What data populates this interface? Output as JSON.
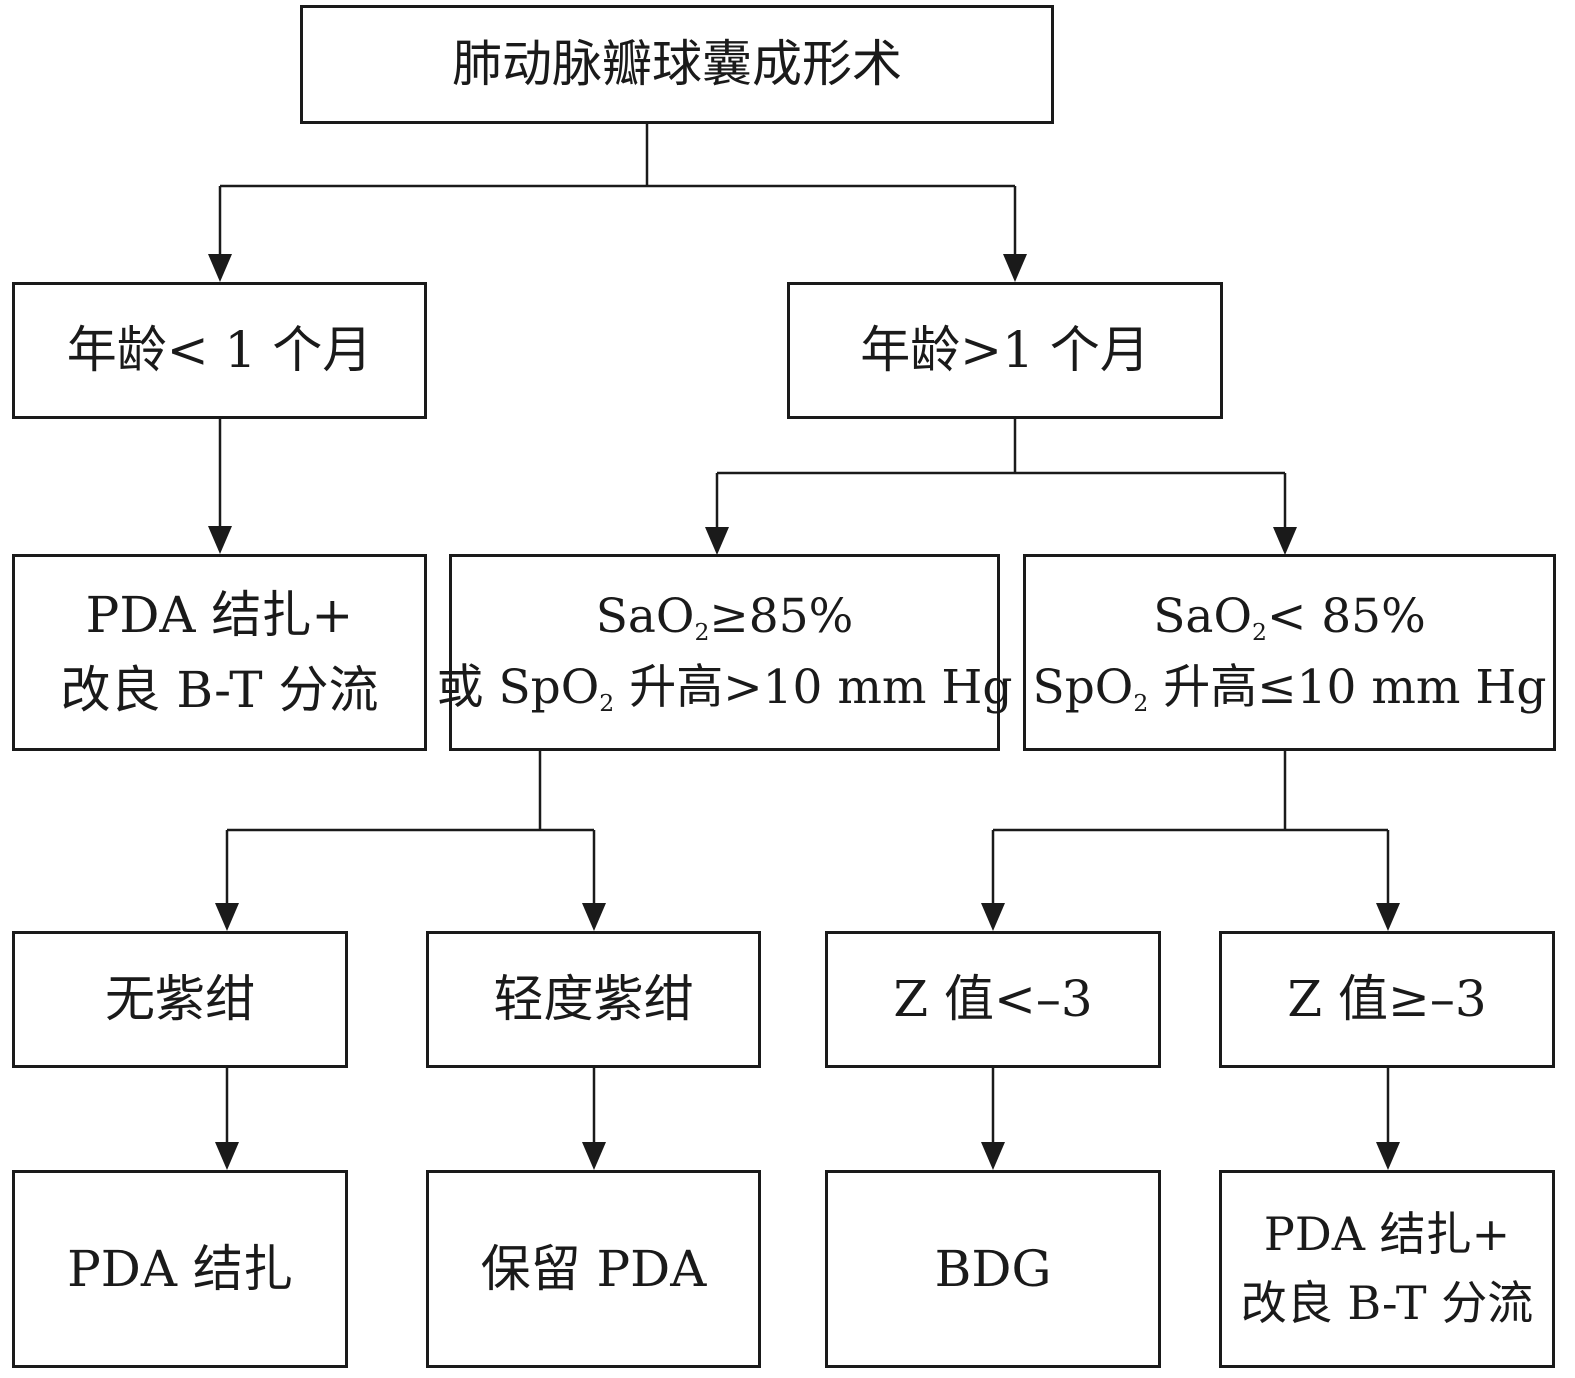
{
  "nodes": {
    "root": {
      "line1": "肺动脉瓣球囊成形术"
    },
    "age_lt": {
      "line1": "年龄< 1 个月"
    },
    "age_gt": {
      "line1": "年龄>1 个月"
    },
    "pda_bt_left": {
      "line1": "PDA 结扎+",
      "line2": "改良 B-T 分流"
    },
    "sao2_ge": {
      "line1_pre": "SaO",
      "line1_sub": "2",
      "line1_post": "≥85%",
      "line2_pre": "或 SpO",
      "line2_sub": "2",
      "line2_post": " 升高>10 mm Hg"
    },
    "sao2_lt": {
      "line1_pre": "SaO",
      "line1_sub": "2",
      "line1_post": "< 85%",
      "line2_pre": "SpO",
      "line2_sub": "2",
      "line2_post": " 升高≤10 mm Hg"
    },
    "no_cyanosis": {
      "line1": "无紫绀"
    },
    "mild_cyanosis": {
      "line1": "轻度紫绀"
    },
    "z_lt": {
      "line1": "Z 值<–3"
    },
    "z_ge": {
      "line1": "Z 值≥–3"
    },
    "pda_ligation": {
      "line1": "PDA 结扎"
    },
    "keep_pda": {
      "line1": "保留 PDA"
    },
    "bdg": {
      "line1": "BDG"
    },
    "pda_bt_right": {
      "line1": "PDA 结扎+",
      "line2": "改良 B-T 分流"
    }
  },
  "colors": {
    "stroke": "#1a1a1a",
    "background": "#ffffff"
  }
}
